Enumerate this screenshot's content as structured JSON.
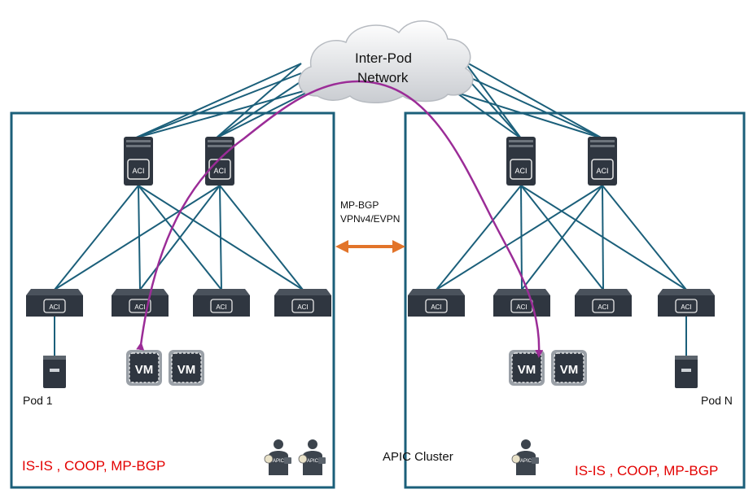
{
  "cloud": {
    "label_line1": "Inter-Pod",
    "label_line2": "Network"
  },
  "interconnect": {
    "line1": "MP-BGP",
    "line2": "VPNv4/EVPN"
  },
  "pods": [
    {
      "name": "Pod 1",
      "protocols": "IS-IS , COOP, MP-BGP"
    },
    {
      "name": "Pod N",
      "protocols": "IS-IS , COOP, MP-BGP"
    }
  ],
  "vm_label": "VM",
  "aci_label": "ACI",
  "apic": {
    "title": "APIC Cluster",
    "node_label": "APIC"
  },
  "colors": {
    "link": "#1b5f7a",
    "pod_border": "#1b5f7a",
    "path": "#9b2c97",
    "arrow": "#e2742a",
    "protocol_text": "#e30000",
    "device": "#2f3640",
    "apic_border": "#1d4f8c"
  },
  "icons": [
    "cloud-icon",
    "spine-switch-icon",
    "leaf-switch-icon",
    "server-icon",
    "vm-icon",
    "apic-node-icon",
    "double-arrow-icon"
  ]
}
